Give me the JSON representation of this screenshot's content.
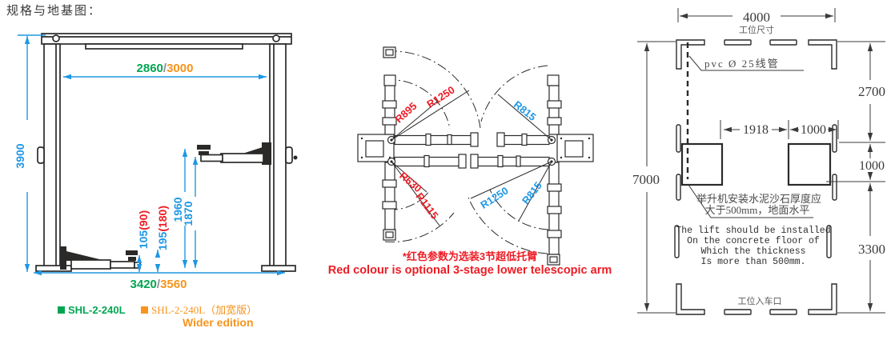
{
  "title": "规格与地基图：",
  "colors": {
    "blue": "#1e97e4",
    "green": "#00a650",
    "orange": "#f7941d",
    "red": "#ed1c24",
    "line": "#2b2a29"
  },
  "front": {
    "width_a": "2860",
    "width_sep": "/",
    "width_b": "3000",
    "height": "3900",
    "arm_max": "1960",
    "arm_std": "1870",
    "pad1_main": "105",
    "pad1_alt": "(90)",
    "pad2_main": "195",
    "pad2_alt": "(180)",
    "base_a": "3420",
    "base_sep": "/",
    "base_b": "3560",
    "legend_a": "SHL-2-240L",
    "legend_b": "SHL-2-240L（加宽版）",
    "legend_b_sub": "Wider edition"
  },
  "top": {
    "r895": "R895",
    "r1250_tl": "R1250",
    "r630": "R630",
    "r1115": "R1115",
    "r815_tr": "R815",
    "r1250_br": "R1250",
    "r815_br": "R815",
    "note_cn": "*红色参数为选装3节超低托臂",
    "note_en": "Red colour is optional 3-stage lower telescopic arm"
  },
  "foundation": {
    "bay_width": "4000",
    "bay_label": "工位尺寸",
    "depth": "7000",
    "front_offset": "2700",
    "pad_h": "1000",
    "rear_offset": "3300",
    "pad_gap": "1918",
    "pad_w": "1000",
    "pvc": "pvc Ø 25线管",
    "note_cn1": "举升机安装水泥沙石厚度应",
    "note_cn2": "大于500mm，地面水平",
    "note_en1": "The lift should be installed",
    "note_en2": "On the concrete floor of",
    "note_en3": "Which the thickness",
    "note_en4": "Is more than 500mm.",
    "entrance": "工位入车口"
  }
}
